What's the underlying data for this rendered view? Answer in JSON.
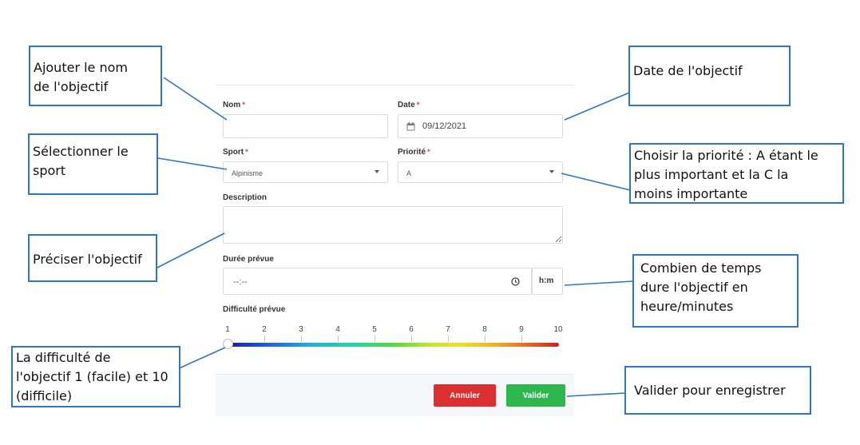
{
  "form": {
    "name_label": "Nom",
    "name_value": "",
    "date_label": "Date",
    "date_value": "09/12/2021",
    "sport_label": "Sport",
    "sport_value": "Alpinisme",
    "priority_label": "Priorité",
    "priority_value": "A",
    "description_label": "Description",
    "description_value": "",
    "duration_label": "Durée prévue",
    "duration_value": "--:--",
    "duration_unit": "h:m",
    "difficulty_label": "Difficulté prévue",
    "difficulty_ticks": [
      "1",
      "2",
      "3",
      "4",
      "5",
      "6",
      "7",
      "8",
      "9",
      "10"
    ],
    "difficulty_value": 1,
    "required_mark": "*"
  },
  "buttons": {
    "cancel": "Annuler",
    "validate": "Valider"
  },
  "colors": {
    "cancel_bg": "#dc2f2f",
    "validate_bg": "#2db84d",
    "callout_border": "#2e75c7",
    "required": "#e53935"
  },
  "callouts": {
    "name_line1": "Ajouter le nom",
    "name_line2": "de l'objectif",
    "date": "Date de l'objectif",
    "sport_line1": "Sélectionner le",
    "sport_line2": "sport",
    "priority_line1": "Choisir la priorité : A étant  le",
    "priority_line2": "plus important et la  C la",
    "priority_line3": "moins importante",
    "description": "Préciser l'objectif",
    "duration_line1": "Combien de temps",
    "duration_line2": "dure l'objectif en",
    "duration_line3": "heure/minutes",
    "difficulty_line1": "La difficulté de",
    "difficulty_line2": "l'objectif 1 (facile) et 10",
    "difficulty_line3": "(difficile)",
    "validate": "Valider pour enregistrer"
  }
}
